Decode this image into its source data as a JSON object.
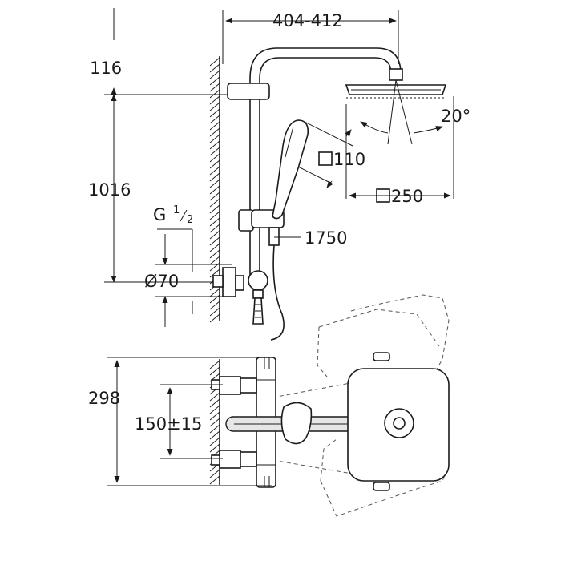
{
  "dimensions": {
    "arm_length": "404-412",
    "top_offset": "116",
    "rail_height": "1016",
    "inlet_thread_g": "G",
    "inlet_thread_num": "1",
    "inlet_thread_den": "2",
    "rosette_diameter": "Ø70",
    "hand_shower_size": "110",
    "head_shower_size": "250",
    "tilt_angle": "20°",
    "hose_length": "1750",
    "mixer_height": "298",
    "inlet_spacing": "150±15"
  }
}
